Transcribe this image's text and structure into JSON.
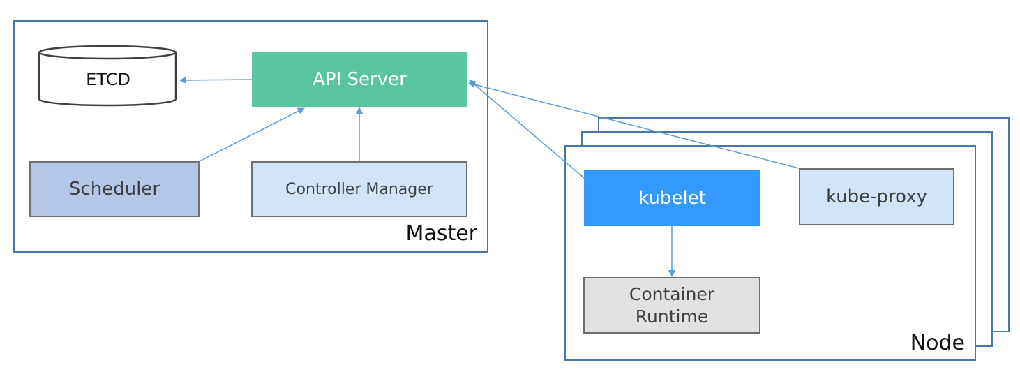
{
  "master": {
    "label": "Master",
    "etcd": "ETCD",
    "api_server": "API Server",
    "scheduler": "Scheduler",
    "controller_manager": "Controller Manager"
  },
  "node": {
    "label": "Node",
    "kubelet": "kubelet",
    "kube_proxy": "kube-proxy",
    "container_runtime_line1": "Container",
    "container_runtime_line2": "Runtime"
  },
  "colors": {
    "frame_border": "#4a78a6",
    "api_server_fill": "#5bc4a0",
    "scheduler_fill": "#b4c7e7",
    "controller_manager_fill": "#d2e4f7",
    "kubelet_fill": "#3399ff",
    "kube_proxy_fill": "#d2e4f7",
    "container_runtime_fill": "#e2e2e2",
    "arrow": "#5b9bd5"
  }
}
